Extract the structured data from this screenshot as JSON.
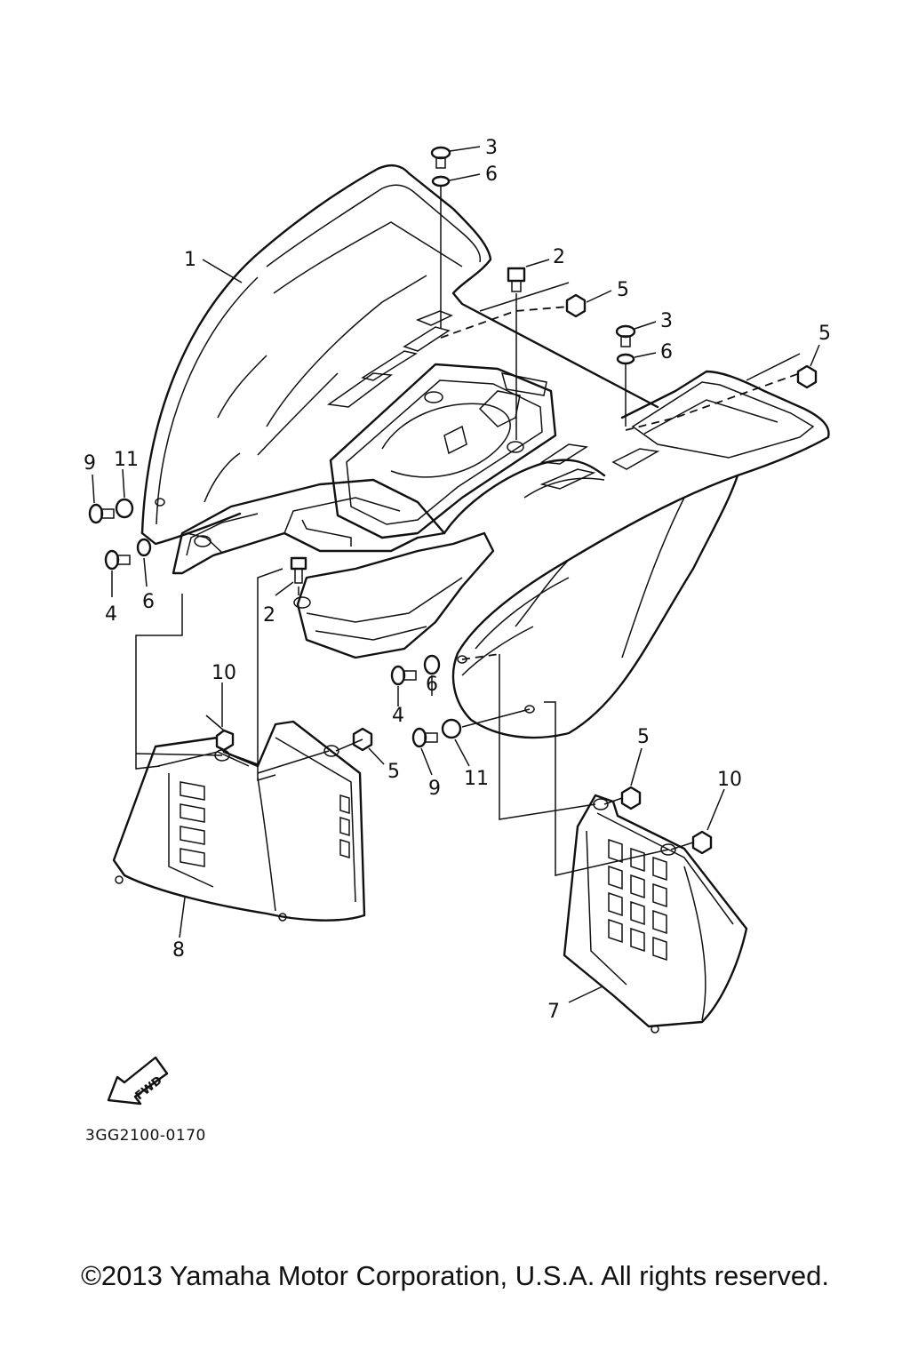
{
  "diagram": {
    "drawing_code": "3GG2100-0170",
    "direction_label": "FWD",
    "callouts": {
      "c1": "1",
      "c2a": "2",
      "c2b": "2",
      "c3a": "3",
      "c3b": "3",
      "c4a": "4",
      "c4b": "4",
      "c5a": "5",
      "c5b": "5",
      "c5c": "5",
      "c5d": "5",
      "c6a": "6",
      "c6b": "6",
      "c6c": "6",
      "c6d": "6",
      "c7": "7",
      "c8": "8",
      "c9a": "9",
      "c9b": "9",
      "c10a": "10",
      "c10b": "10",
      "c11a": "11",
      "c11b": "11"
    }
  },
  "footer": {
    "copyright": "©2013 Yamaha Motor Corporation, U.S.A. All rights reserved."
  }
}
